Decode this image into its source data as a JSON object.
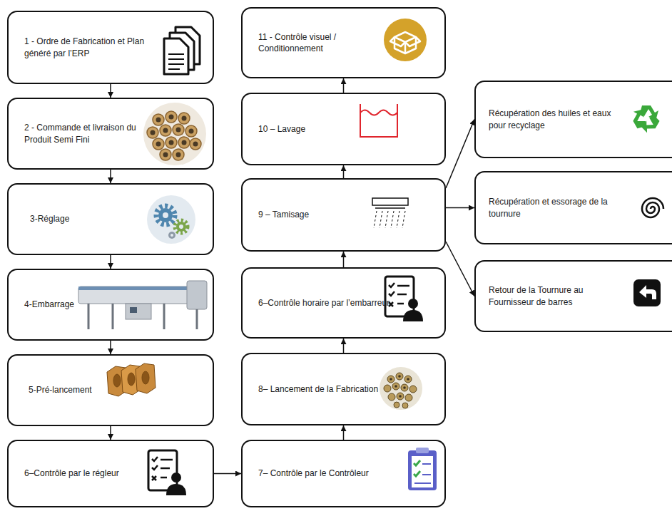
{
  "diagram": {
    "nodes": [
      {
        "text": [
          "1 - Ordre de Fabrication et Plan généré par l’ERP"
        ]
      },
      {
        "text": [
          "2 - Commande et livraison du Produit Semi Fini"
        ]
      },
      {
        "text": [
          "3-Réglage"
        ]
      },
      {
        "text": [
          "4-Embarrage"
        ]
      },
      {
        "text": [
          "5-Pré-lancement"
        ]
      },
      {
        "text": [
          "6–Contrôle par le régleur"
        ]
      },
      {
        "text": [
          "7– Contrôle par le Contrôleur"
        ]
      },
      {
        "text": [
          "8– Lancement de la Fabrication"
        ]
      },
      {
        "text": [
          "6–Contrôle horaire par l’embarreur"
        ]
      },
      {
        "text": [
          "9 – Tamisage"
        ]
      },
      {
        "text": [
          "10 – Lavage"
        ]
      },
      {
        "text": [
          "11 - Contrôle visuel / Conditionnement"
        ]
      },
      {
        "text": [
          "Récupération des huiles et eaux pour recyclage"
        ]
      },
      {
        "text": [
          "Récupération et essorage de la tournure"
        ]
      },
      {
        "text": [
          "Retour de la Tournure au Fournisseur de barres"
        ]
      }
    ],
    "edges": [
      {
        "from": 0,
        "to": 1,
        "arrow": "to"
      },
      {
        "from": 1,
        "to": 2,
        "arrow": "to"
      },
      {
        "from": 2,
        "to": 3,
        "arrow": "to"
      },
      {
        "from": 3,
        "to": 4,
        "arrow": "to"
      },
      {
        "from": 4,
        "to": 5,
        "arrow": "to"
      },
      {
        "from": 5,
        "to": 6,
        "arrow": "to"
      },
      {
        "from": 6,
        "to": 7,
        "arrow": "to"
      },
      {
        "from": 7,
        "to": 8,
        "arrow": "to"
      },
      {
        "from": 8,
        "to": 9,
        "arrow": "to"
      },
      {
        "from": 9,
        "to": 10,
        "arrow": "to"
      },
      {
        "from": 10,
        "to": 11,
        "arrow": "to"
      },
      {
        "from": 9,
        "to": 12,
        "arrow": "to"
      },
      {
        "from": 9,
        "to": 13,
        "arrow": "to"
      },
      {
        "from": 9,
        "to": 14,
        "arrow": "to"
      }
    ]
  }
}
